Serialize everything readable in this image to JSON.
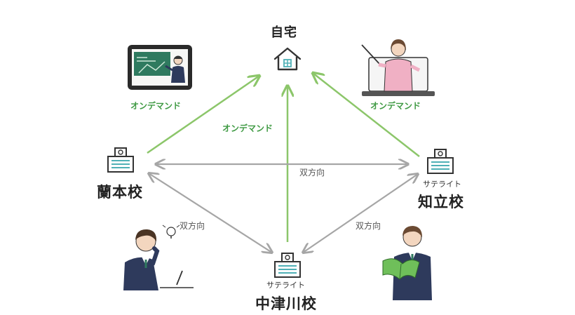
{
  "nodes": {
    "home": {
      "name": "自宅"
    },
    "ranpon": {
      "name": "蘭本校"
    },
    "chiryu": {
      "sub": "サテライト",
      "name": "知立校"
    },
    "nakatsugawa": {
      "sub": "サテライト",
      "name": "中津川校"
    }
  },
  "labels": {
    "ondemand_left": "オンデマンド",
    "ondemand_center": "オンデマンド",
    "ondemand_right": "オンデマンド",
    "bidirectional_top": "双方向",
    "bidirectional_left": "双方向",
    "bidirectional_right": "双方向"
  },
  "colors": {
    "ondemand_arrow": "#8cc66a",
    "bidirectional_arrow": "#a6a6a6",
    "icon_teal": "#4fb0b6",
    "navy_suit": "#2e3a5c",
    "pink_top": "#f0b0c4"
  },
  "icons": {
    "home": "house-icon",
    "school": "school-building-icon",
    "tablet": "tablet-lecture-icon",
    "laptop": "laptop-teacher-icon",
    "thinking_student": "thinking-student-icon",
    "reading_student": "reading-student-icon"
  }
}
